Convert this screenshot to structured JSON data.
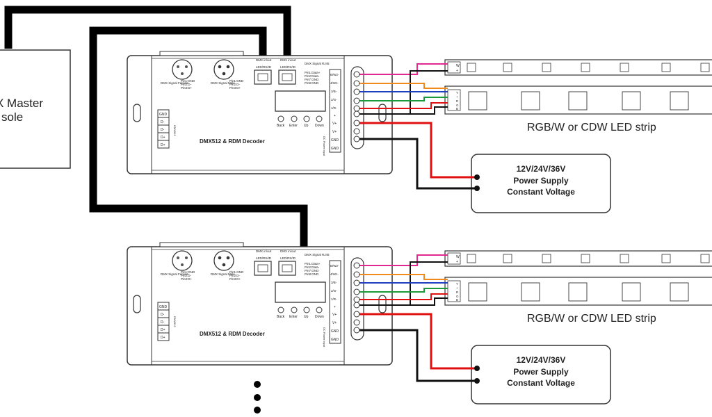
{
  "master_console": {
    "line1": "X Master",
    "line2": "sole"
  },
  "decoders": [
    {
      "title": "DMX512 & RDM Decoder",
      "dmx_female_label": "DMX Signal Female",
      "dmx_male_label": "DMX Signal Male",
      "pin_labels": [
        "Pin1:GND",
        "Pin2:D-",
        "Pin3:D+"
      ],
      "rj45_in_label": "DMX in/out",
      "rj45_out_label": "DMX in/out",
      "rj45_in_sub": "LED/RS/ID",
      "rj45_out_sub": "LED/RS/ID",
      "rj45_signal_label": "DMX Signal RJ45",
      "rj45_pins": [
        "Pin1:Data+",
        "Pin2:Data-",
        "Pin7:GND",
        "Pin8:GND"
      ],
      "buttons": [
        "Back",
        "Enter",
        "Up",
        "Down"
      ],
      "left_terminals": [
        "GND",
        "D-",
        "D-",
        "D+",
        "D+"
      ],
      "vertical_label": "DMX512",
      "right_terminals": [
        "B/W2-",
        "4/W1-",
        "3/B-",
        "2/G-",
        "1/R-",
        "+",
        "V+",
        "V+",
        "GND",
        "GND"
      ],
      "dc_power_label": "DC Power Input"
    },
    {
      "title": "DMX512 & RDM Decoder",
      "dmx_female_label": "DMX Signal Female",
      "dmx_male_label": "DMX Signal Male",
      "pin_labels": [
        "Pin1:GND",
        "Pin2:D-",
        "Pin3:D+"
      ],
      "rj45_in_label": "DMX in/out",
      "rj45_out_label": "DMX in/out",
      "rj45_in_sub": "LED/RS/ID",
      "rj45_out_sub": "LED/RS/ID",
      "rj45_signal_label": "DMX Signal RJ45",
      "rj45_pins": [
        "Pin1:Data+",
        "Pin2:Data-",
        "Pin7:GND",
        "Pin8:GND"
      ],
      "buttons": [
        "Back",
        "Enter",
        "Up",
        "Down"
      ],
      "left_terminals": [
        "GND",
        "D-",
        "D-",
        "D+",
        "D+"
      ],
      "vertical_label": "DMX512",
      "right_terminals": [
        "B/W2-",
        "4/W1-",
        "3/B-",
        "2/G-",
        "1/R-",
        "+",
        "V+",
        "V+",
        "GND",
        "GND"
      ],
      "dc_power_label": "DC Power Input"
    }
  ],
  "led_strips": [
    {
      "caption": "RGB/W or CDW LED strip",
      "pin_w": [
        "W",
        "+"
      ],
      "pin_rgb": [
        "Y",
        "+",
        "R",
        "G",
        "B"
      ]
    },
    {
      "caption": "RGB/W or CDW LED strip",
      "pin_w": [
        "W",
        "+"
      ],
      "pin_rgb": [
        "Y",
        "+",
        "R",
        "G",
        "B"
      ]
    }
  ],
  "power_supplies": [
    {
      "line1": "12V/24V/36V",
      "line2": "Power Supply",
      "line3": "Constant Voltage"
    },
    {
      "line1": "12V/24V/36V",
      "line2": "Power Supply",
      "line3": "Constant Voltage"
    }
  ],
  "colors": {
    "cable": "#000000",
    "pink": "#e0288e",
    "orange": "#f08a1c",
    "blue": "#1f3fbf",
    "green": "#1a9a3a",
    "red": "#e01010",
    "black": "#111111",
    "device_stroke": "#333333",
    "device_fill": "#ffffff"
  }
}
